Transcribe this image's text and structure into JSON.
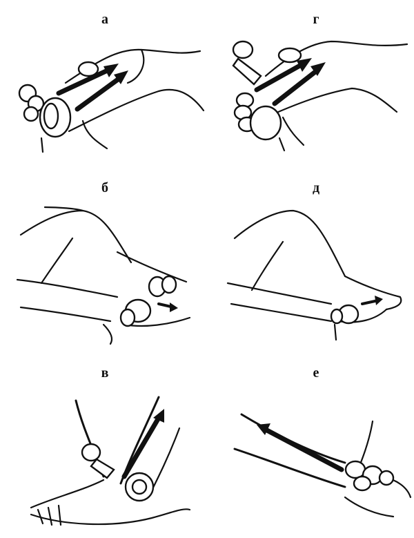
{
  "panels": [
    {
      "id": "a",
      "label": "а"
    },
    {
      "id": "g",
      "label": "г"
    },
    {
      "id": "b",
      "label": "б"
    },
    {
      "id": "d",
      "label": "д"
    },
    {
      "id": "v",
      "label": "в"
    },
    {
      "id": "e",
      "label": "е"
    }
  ],
  "colors": {
    "ink": "#111111",
    "paper": "#ffffff"
  }
}
